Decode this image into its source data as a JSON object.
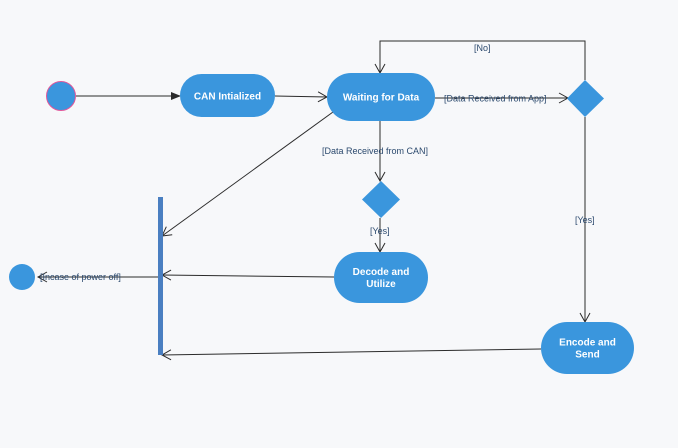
{
  "colors": {
    "node_fill": "#3a96dd",
    "start_stroke": "#e0569a",
    "bar_fill": "#4a7fc1",
    "edge": "#2b2b2b",
    "background": "#f7f8fa"
  },
  "nodes": {
    "can_initialized": "CAN Intialized",
    "waiting_for_data": "Waiting for Data",
    "decode_utilize_line1": "Decode and",
    "decode_utilize_line2": "Utilize",
    "encode_send_line1": "Encode and",
    "encode_send_line2": "Send"
  },
  "guards": {
    "no": "[No]",
    "data_from_app": "[Data Received from App]",
    "data_from_can": "[Data Received from CAN]",
    "yes_can": "[Yes]",
    "yes_app": "[Yes]",
    "power_off": "[Incase of power off]"
  }
}
